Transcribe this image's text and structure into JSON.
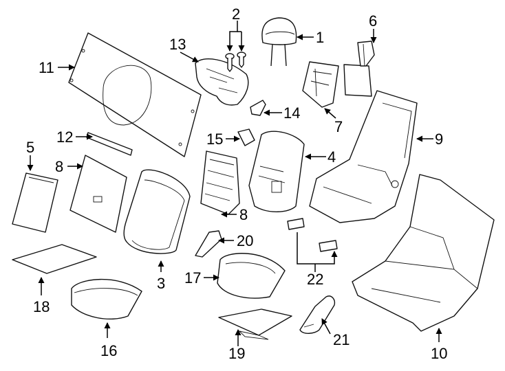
{
  "callouts": [
    "1",
    "2",
    "3",
    "4",
    "5",
    "6",
    "7",
    "8",
    "8",
    "9",
    "10",
    "11",
    "12",
    "13",
    "14",
    "15",
    "16",
    "17",
    "18",
    "19",
    "20",
    "21",
    "22"
  ],
  "colors": {
    "line": "#111111",
    "background": "#ffffff"
  }
}
